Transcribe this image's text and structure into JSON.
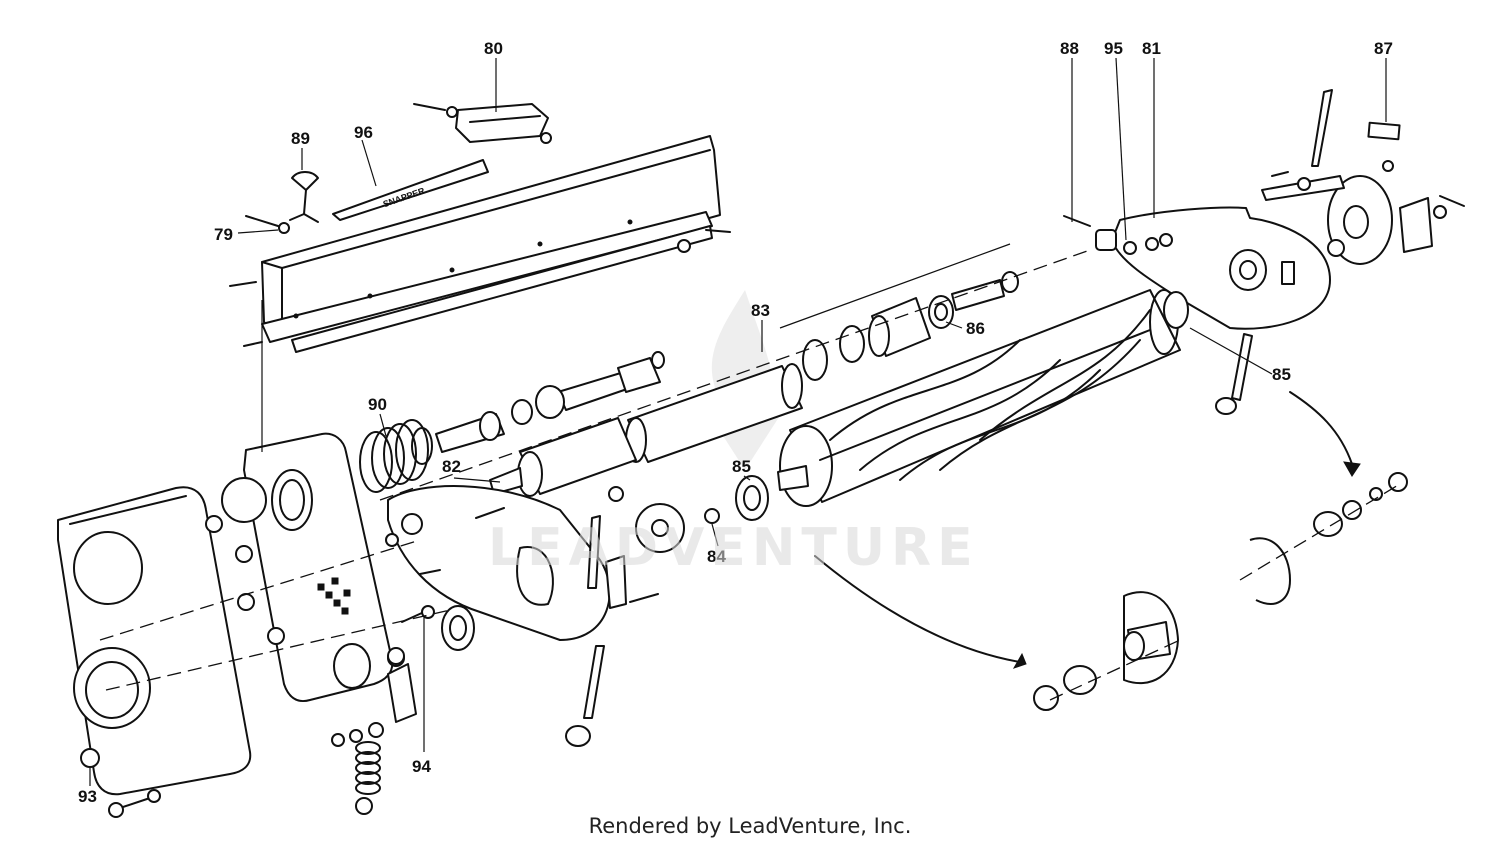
{
  "footer": {
    "credit": "Rendered by LeadVenture, Inc."
  },
  "watermark": {
    "text": "LEADVENTURE",
    "icon": "flame-logo-icon"
  },
  "decal": {
    "text": "SNAPPER"
  },
  "callouts": [
    "80",
    "96",
    "89",
    "79",
    "88",
    "95",
    "81",
    "87",
    "83",
    "86",
    "85",
    "90",
    "82",
    "84",
    "85",
    "94",
    "93"
  ]
}
